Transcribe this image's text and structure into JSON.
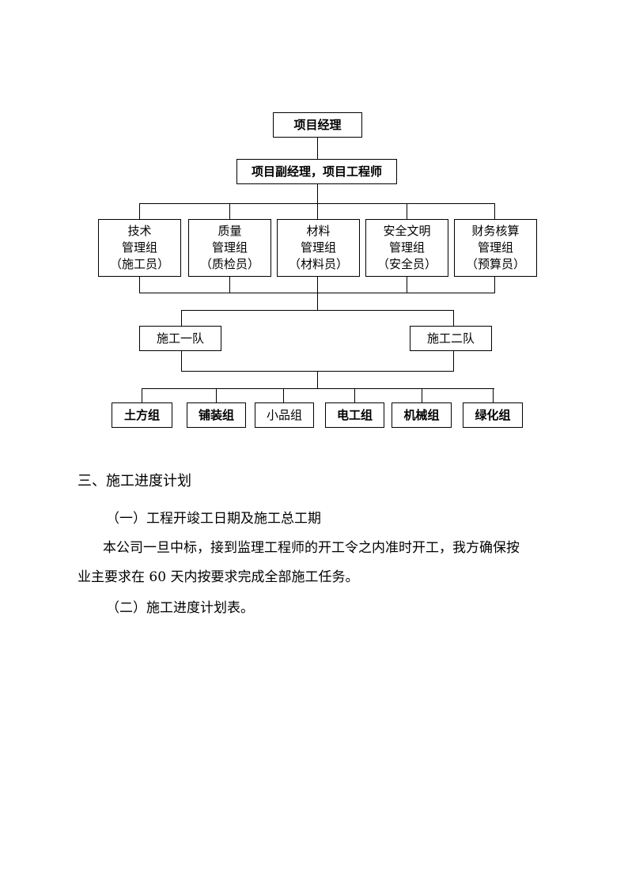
{
  "org_chart": {
    "manager": "项目经理",
    "deputy": "项目副经理，项目工程师",
    "groups": [
      {
        "line1": "技术",
        "line2": "管理组",
        "line3": "（施工员）"
      },
      {
        "line1": "质量",
        "line2": "管理组",
        "line3": "（质检员）"
      },
      {
        "line1": "材料",
        "line2": "管理组",
        "line3": "（材料员）"
      },
      {
        "line1": "安全文明",
        "line2": "管理组",
        "line3": "（安全员）"
      },
      {
        "line1": "财务核算",
        "line2": "管理组",
        "line3": "（预算员）"
      }
    ],
    "teams": [
      "施工一队",
      "施工二队"
    ],
    "crews": [
      "土方组",
      "铺装组",
      "小品组",
      "电工组",
      "机械组",
      "绿化组"
    ]
  },
  "section": {
    "title": "三、施工进度计划",
    "sub1": "（一）工程开竣工日期及施工总工期",
    "para1_line1": "本公司一旦中标，接到监理工程师的开工令之内准时开工，我方确保按",
    "para1_line2": "业主要求在 60 天内按要求完成全部施工任务。",
    "sub2": "（二）施工进度计划表。"
  }
}
